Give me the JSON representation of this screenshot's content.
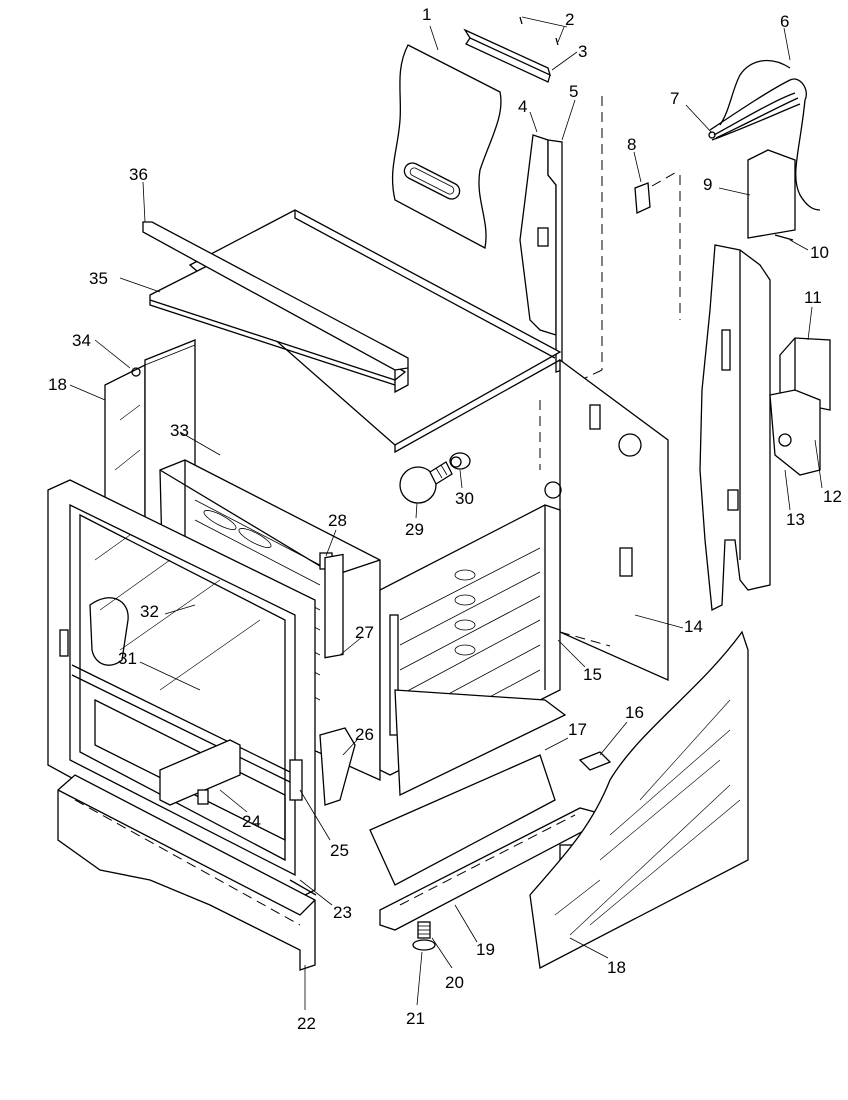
{
  "diagram": {
    "type": "exploded-parts-view",
    "callouts": [
      {
        "id": "c1",
        "label": "1"
      },
      {
        "id": "c2",
        "label": "2"
      },
      {
        "id": "c3",
        "label": "3"
      },
      {
        "id": "c4",
        "label": "4"
      },
      {
        "id": "c5",
        "label": "5"
      },
      {
        "id": "c6",
        "label": "6"
      },
      {
        "id": "c7",
        "label": "7"
      },
      {
        "id": "c8",
        "label": "8"
      },
      {
        "id": "c9",
        "label": "9"
      },
      {
        "id": "c10",
        "label": "10"
      },
      {
        "id": "c11",
        "label": "11"
      },
      {
        "id": "c12",
        "label": "12"
      },
      {
        "id": "c13",
        "label": "13"
      },
      {
        "id": "c14",
        "label": "14"
      },
      {
        "id": "c15",
        "label": "15"
      },
      {
        "id": "c16",
        "label": "16"
      },
      {
        "id": "c17",
        "label": "17"
      },
      {
        "id": "c18a",
        "label": "18"
      },
      {
        "id": "c18b",
        "label": "18"
      },
      {
        "id": "c19",
        "label": "19"
      },
      {
        "id": "c20",
        "label": "20"
      },
      {
        "id": "c21",
        "label": "21"
      },
      {
        "id": "c22",
        "label": "22"
      },
      {
        "id": "c23",
        "label": "23"
      },
      {
        "id": "c24",
        "label": "24"
      },
      {
        "id": "c25",
        "label": "25"
      },
      {
        "id": "c26",
        "label": "26"
      },
      {
        "id": "c27",
        "label": "27"
      },
      {
        "id": "c28",
        "label": "28"
      },
      {
        "id": "c29",
        "label": "29"
      },
      {
        "id": "c30",
        "label": "30"
      },
      {
        "id": "c31",
        "label": "31"
      },
      {
        "id": "c32",
        "label": "32"
      },
      {
        "id": "c33",
        "label": "33"
      },
      {
        "id": "c34",
        "label": "34"
      },
      {
        "id": "c35",
        "label": "35"
      },
      {
        "id": "c36",
        "label": "36"
      }
    ]
  }
}
